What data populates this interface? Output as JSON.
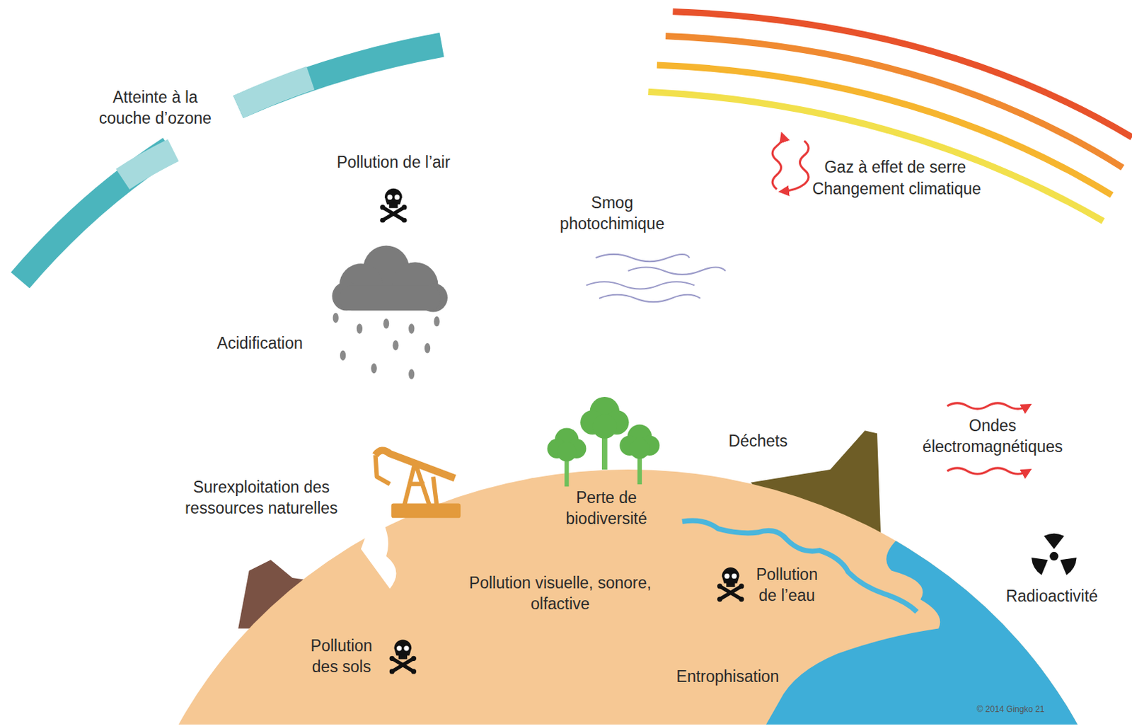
{
  "diagram": {
    "labels": [
      "Atteinte à la couche d’ozone",
      "Pollution de l’air",
      "Gaz à effet de serre",
      "Changement climatique",
      "Smog photochimique",
      "Acidification",
      "Déchets",
      "Ondes électromagnétiques",
      "Surexploitation des ressources naturelles",
      "Perte de biodiversité",
      "Pollution visuelle, sonore, olfactive",
      "Pollution de l’eau",
      "Radioactivité",
      "Pollution des sols",
      "Entrophisation",
      "© 2014 Gingko 21"
    ]
  }
}
